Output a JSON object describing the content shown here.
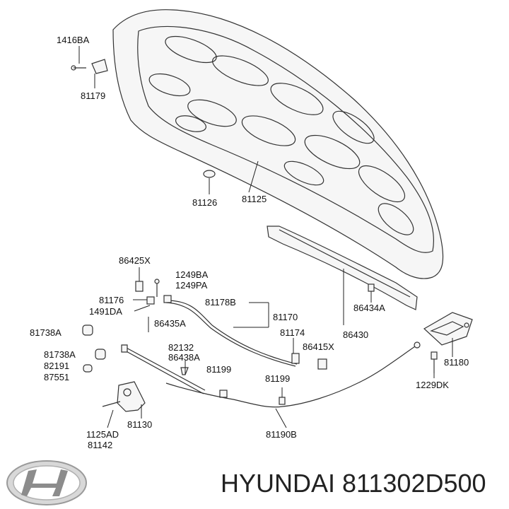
{
  "diagram": {
    "labels": {
      "p1416BA": "1416BA",
      "p81179": "81179",
      "p81126": "81126",
      "p81125": "81125",
      "p86425X": "86425X",
      "p1249BA": "1249BA",
      "p1249PA": "1249PA",
      "p81176": "81176",
      "p81178B": "81178B",
      "p81170": "81170",
      "p1491DA": "1491DA",
      "p86435A": "86435A",
      "p81738A_1": "81738A",
      "p81174": "81174",
      "p86415X": "86415X",
      "p86434A": "86434A",
      "p86430": "86430",
      "p82132": "82132",
      "p86438A": "86438A",
      "p81738A_2": "81738A",
      "p82191": "82191",
      "p87551": "87551",
      "p81199_1": "81199",
      "p81199_2": "81199",
      "p81180": "81180",
      "p1229DK": "1229DK",
      "p81130": "81130",
      "p1125AD": "1125AD",
      "p81142": "81142",
      "p81190B": "81190B"
    },
    "caption": "HYUNDAI 811302D500"
  }
}
